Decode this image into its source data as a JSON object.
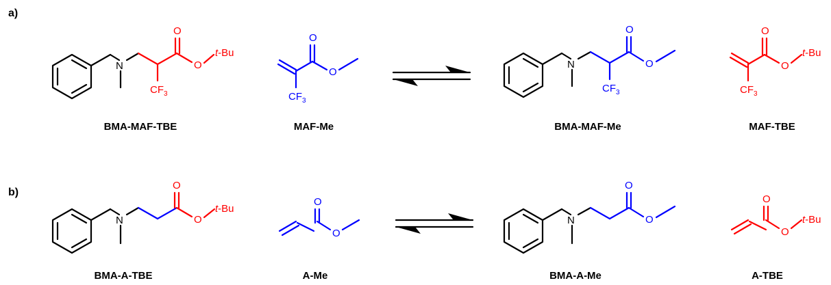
{
  "colors": {
    "black": "#000000",
    "red": "#ff0000",
    "blue": "#0000ff"
  },
  "atoms": {
    "N": "N",
    "O": "O",
    "tBu_t": "t",
    "tBu_rest": "-Bu",
    "CF": "CF",
    "three": "3"
  },
  "panel_a": {
    "label": "a)",
    "compounds": {
      "bma_maf_tbe": "BMA-MAF-TBE",
      "maf_me": "MAF-Me",
      "bma_maf_me": "BMA-MAF-Me",
      "maf_tbe": "MAF-TBE"
    }
  },
  "panel_b": {
    "label": "b)",
    "compounds": {
      "bma_a_tbe": "BMA-A-TBE",
      "a_me": "A-Me",
      "bma_a_me": "BMA-A-Me",
      "a_tbe": "A-TBE"
    }
  }
}
